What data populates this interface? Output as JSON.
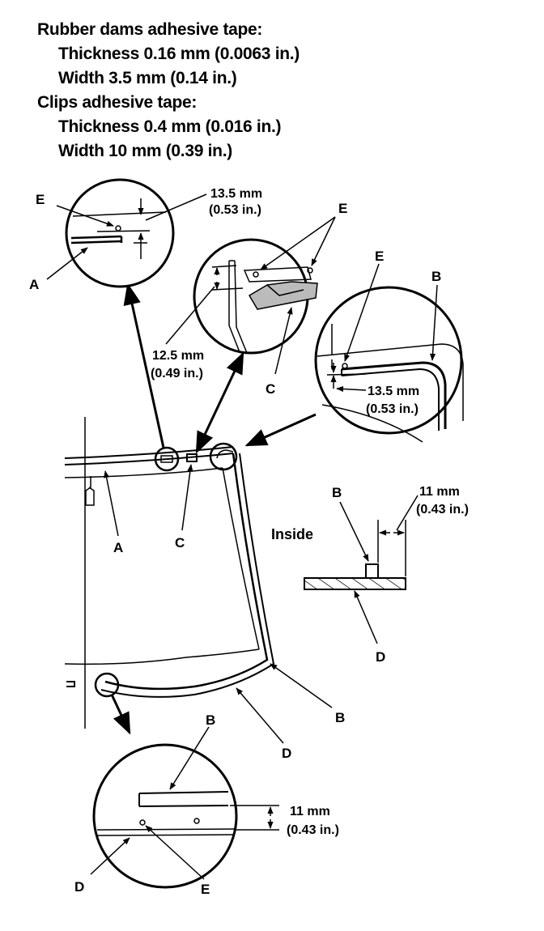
{
  "specs": {
    "rubber_heading": "Rubber dams adhesive tape:",
    "rubber_thickness": "Thickness 0.16 mm (0.0063 in.)",
    "rubber_width": "Width 3.5 mm (0.14 in.)",
    "clips_heading": "Clips adhesive tape:",
    "clips_thickness": "Thickness 0.4 mm (0.016 in.)",
    "clips_width": "Width 10 mm (0.39 in.)"
  },
  "labels": {
    "A": "A",
    "B": "B",
    "C": "C",
    "D": "D",
    "E": "E",
    "inside": "Inside"
  },
  "dimensions": {
    "d135_mm": "13.5 mm",
    "d135_in": "(0.53 in.)",
    "d125_mm": "12.5 mm",
    "d125_in": "(0.49 in.)",
    "d11_mm": "11 mm",
    "d11_in": "(0.43 in.)"
  }
}
